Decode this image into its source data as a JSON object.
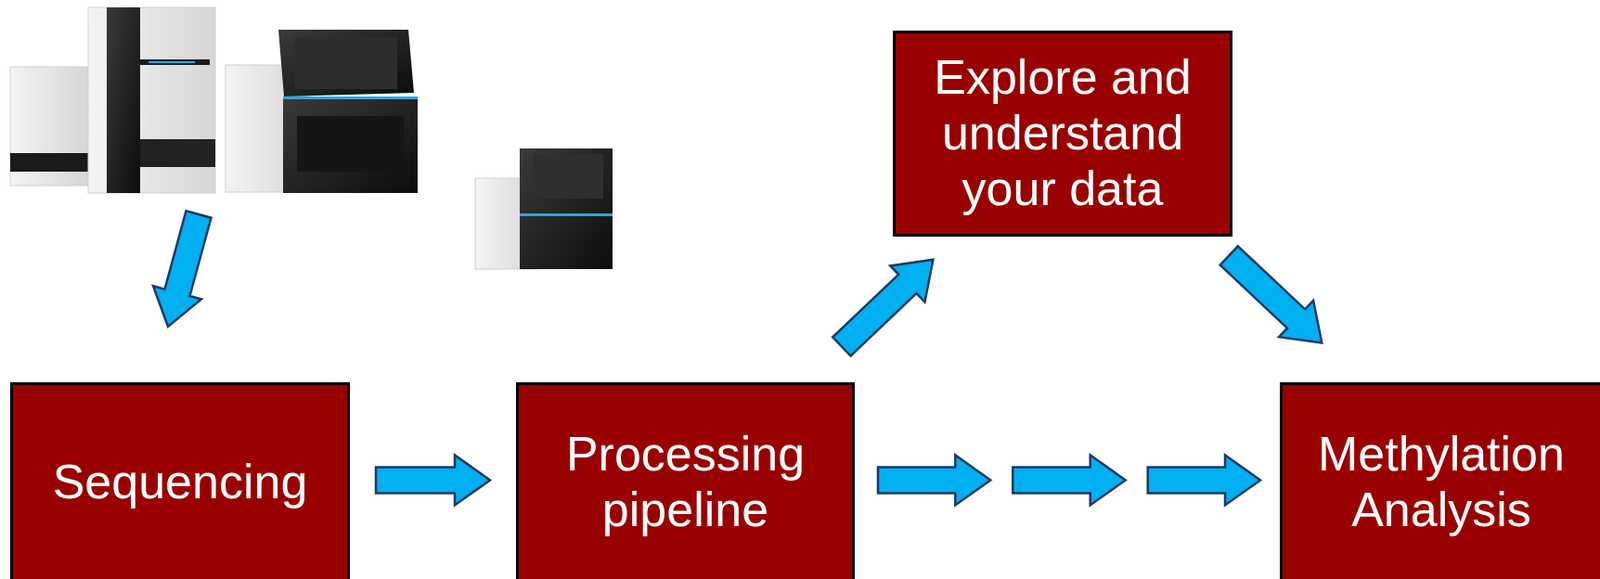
{
  "diagram": {
    "nodes": [
      {
        "text": [
          "Sequencing"
        ]
      },
      {
        "text": [
          "Processing pipeline"
        ]
      },
      {
        "text": [
          "Explore and understand your data"
        ]
      },
      {
        "text": [
          "Methylation Analysis"
        ]
      }
    ],
    "edges": [
      {
        "from": 0,
        "to": 1,
        "arrow": "to"
      },
      {
        "from": 1,
        "to": 3,
        "arrow": "to"
      },
      {
        "from": 1,
        "to": 2,
        "arrow": "to"
      },
      {
        "from": 2,
        "to": 3,
        "arrow": "to"
      }
    ]
  }
}
